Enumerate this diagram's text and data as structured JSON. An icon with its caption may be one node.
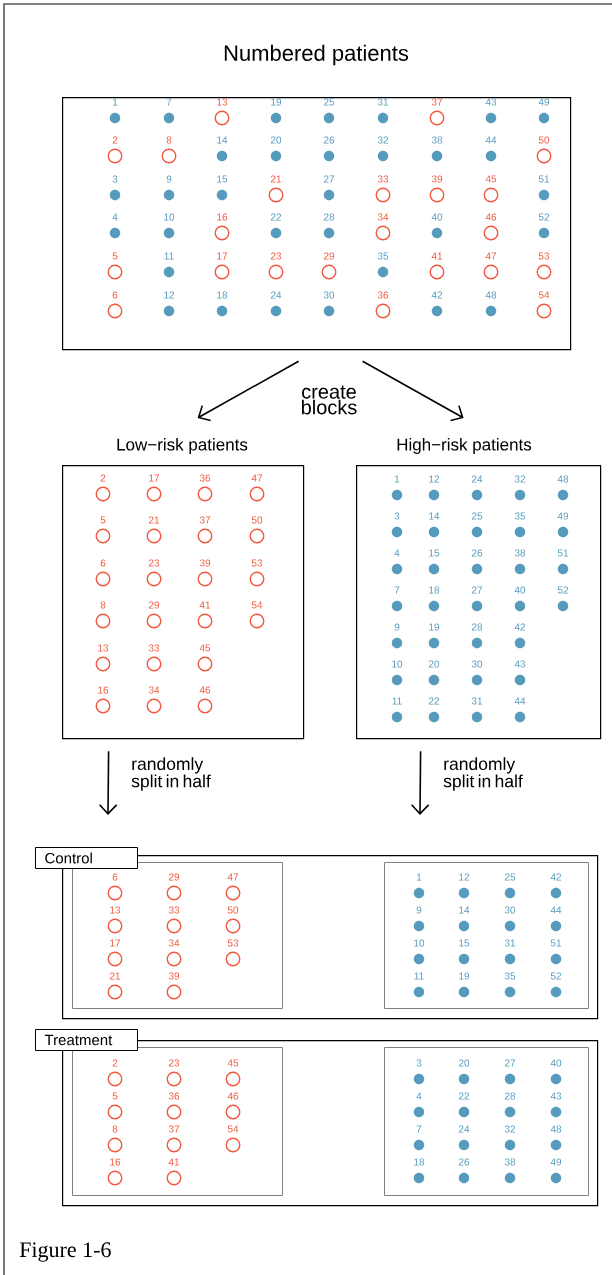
{
  "diagram": {
    "caption": "Figure 1-6",
    "nodes": [
      {
        "text": [
          "Numbered patients"
        ]
      },
      {
        "text": [],
        "shape": "dot",
        "beside": [
          "1"
        ],
        "in": 0
      },
      {
        "text": [],
        "shape": "dot",
        "beside": [
          "7"
        ],
        "in": 0
      },
      {
        "text": [],
        "shape": "circle",
        "beside": [
          "13"
        ],
        "in": 0
      },
      {
        "text": [],
        "shape": "dot",
        "beside": [
          "19"
        ],
        "in": 0
      },
      {
        "text": [],
        "shape": "dot",
        "beside": [
          "25"
        ],
        "in": 0
      },
      {
        "text": [],
        "shape": "dot",
        "beside": [
          "31"
        ],
        "in": 0
      },
      {
        "text": [],
        "shape": "circle",
        "beside": [
          "37"
        ],
        "in": 0
      },
      {
        "text": [],
        "shape": "dot",
        "beside": [
          "43"
        ],
        "in": 0
      },
      {
        "text": [],
        "shape": "dot",
        "beside": [
          "49"
        ],
        "in": 0
      },
      {
        "text": [],
        "shape": "circle",
        "beside": [
          "2"
        ],
        "in": 0
      },
      {
        "text": [],
        "shape": "circle",
        "beside": [
          "8"
        ],
        "in": 0
      },
      {
        "text": [],
        "shape": "dot",
        "beside": [
          "14"
        ],
        "in": 0
      },
      {
        "text": [],
        "shape": "dot",
        "beside": [
          "20"
        ],
        "in": 0
      },
      {
        "text": [],
        "shape": "dot",
        "beside": [
          "26"
        ],
        "in": 0
      },
      {
        "text": [],
        "shape": "dot",
        "beside": [
          "32"
        ],
        "in": 0
      },
      {
        "text": [],
        "shape": "dot",
        "beside": [
          "38"
        ],
        "in": 0
      },
      {
        "text": [],
        "shape": "dot",
        "beside": [
          "44"
        ],
        "in": 0
      },
      {
        "text": [],
        "shape": "circle",
        "beside": [
          "50"
        ],
        "in": 0
      },
      {
        "text": [],
        "shape": "dot",
        "beside": [
          "3"
        ],
        "in": 0
      },
      {
        "text": [],
        "shape": "dot",
        "beside": [
          "9"
        ],
        "in": 0
      },
      {
        "text": [],
        "shape": "dot",
        "beside": [
          "15"
        ],
        "in": 0
      },
      {
        "text": [],
        "shape": "circle",
        "beside": [
          "21"
        ],
        "in": 0
      },
      {
        "text": [],
        "shape": "dot",
        "beside": [
          "27"
        ],
        "in": 0
      },
      {
        "text": [],
        "shape": "circle",
        "beside": [
          "33"
        ],
        "in": 0
      },
      {
        "text": [],
        "shape": "circle",
        "beside": [
          "39"
        ],
        "in": 0
      },
      {
        "text": [],
        "shape": "circle",
        "beside": [
          "45"
        ],
        "in": 0
      },
      {
        "text": [],
        "shape": "dot",
        "beside": [
          "51"
        ],
        "in": 0
      },
      {
        "text": [],
        "shape": "dot",
        "beside": [
          "4"
        ],
        "in": 0
      },
      {
        "text": [],
        "shape": "dot",
        "beside": [
          "10"
        ],
        "in": 0
      },
      {
        "text": [],
        "shape": "circle",
        "beside": [
          "16"
        ],
        "in": 0
      },
      {
        "text": [],
        "shape": "dot",
        "beside": [
          "22"
        ],
        "in": 0
      },
      {
        "text": [],
        "shape": "dot",
        "beside": [
          "28"
        ],
        "in": 0
      },
      {
        "text": [],
        "shape": "circle",
        "beside": [
          "34"
        ],
        "in": 0
      },
      {
        "text": [],
        "shape": "dot",
        "beside": [
          "40"
        ],
        "in": 0
      },
      {
        "text": [],
        "shape": "circle",
        "beside": [
          "46"
        ],
        "in": 0
      },
      {
        "text": [],
        "shape": "dot",
        "beside": [
          "52"
        ],
        "in": 0
      },
      {
        "text": [],
        "shape": "circle",
        "beside": [
          "5"
        ],
        "in": 0
      },
      {
        "text": [],
        "shape": "dot",
        "beside": [
          "11"
        ],
        "in": 0
      },
      {
        "text": [],
        "shape": "circle",
        "beside": [
          "17"
        ],
        "in": 0
      },
      {
        "text": [],
        "shape": "circle",
        "beside": [
          "23"
        ],
        "in": 0
      },
      {
        "text": [],
        "shape": "circle",
        "beside": [
          "29"
        ],
        "in": 0
      },
      {
        "text": [],
        "shape": "dot",
        "beside": [
          "35"
        ],
        "in": 0
      },
      {
        "text": [],
        "shape": "circle",
        "beside": [
          "41"
        ],
        "in": 0
      },
      {
        "text": [],
        "shape": "circle",
        "beside": [
          "47"
        ],
        "in": 0
      },
      {
        "text": [],
        "shape": "circle",
        "beside": [
          "53"
        ],
        "in": 0
      },
      {
        "text": [],
        "shape": "circle",
        "beside": [
          "6"
        ],
        "in": 0
      },
      {
        "text": [],
        "shape": "dot",
        "beside": [
          "12"
        ],
        "in": 0
      },
      {
        "text": [],
        "shape": "dot",
        "beside": [
          "18"
        ],
        "in": 0
      },
      {
        "text": [],
        "shape": "dot",
        "beside": [
          "24"
        ],
        "in": 0
      },
      {
        "text": [],
        "shape": "dot",
        "beside": [
          "30"
        ],
        "in": 0
      },
      {
        "text": [],
        "shape": "circle",
        "beside": [
          "36"
        ],
        "in": 0
      },
      {
        "text": [],
        "shape": "dot",
        "beside": [
          "42"
        ],
        "in": 0
      },
      {
        "text": [],
        "shape": "dot",
        "beside": [
          "48"
        ],
        "in": 0
      },
      {
        "text": [],
        "shape": "circle",
        "beside": [
          "54"
        ],
        "in": 0
      },
      {
        "text": [
          "Low−risk patients"
        ]
      },
      {
        "text": [],
        "shape": "circle",
        "beside": [
          "2"
        ],
        "in": 55
      },
      {
        "text": [],
        "shape": "circle",
        "beside": [
          "17"
        ],
        "in": 55
      },
      {
        "text": [],
        "shape": "circle",
        "beside": [
          "36"
        ],
        "in": 55
      },
      {
        "text": [],
        "shape": "circle",
        "beside": [
          "47"
        ],
        "in": 55
      },
      {
        "text": [],
        "shape": "circle",
        "beside": [
          "5"
        ],
        "in": 55
      },
      {
        "text": [],
        "shape": "circle",
        "beside": [
          "21"
        ],
        "in": 55
      },
      {
        "text": [],
        "shape": "circle",
        "beside": [
          "37"
        ],
        "in": 55
      },
      {
        "text": [],
        "shape": "circle",
        "beside": [
          "50"
        ],
        "in": 55
      },
      {
        "text": [],
        "shape": "circle",
        "beside": [
          "6"
        ],
        "in": 55
      },
      {
        "text": [],
        "shape": "circle",
        "beside": [
          "23"
        ],
        "in": 55
      },
      {
        "text": [],
        "shape": "circle",
        "beside": [
          "39"
        ],
        "in": 55
      },
      {
        "text": [],
        "shape": "circle",
        "beside": [
          "53"
        ],
        "in": 55
      },
      {
        "text": [],
        "shape": "circle",
        "beside": [
          "8"
        ],
        "in": 55
      },
      {
        "text": [],
        "shape": "circle",
        "beside": [
          "29"
        ],
        "in": 55
      },
      {
        "text": [],
        "shape": "circle",
        "beside": [
          "41"
        ],
        "in": 55
      },
      {
        "text": [],
        "shape": "circle",
        "beside": [
          "54"
        ],
        "in": 55
      },
      {
        "text": [],
        "shape": "circle",
        "beside": [
          "13"
        ],
        "in": 55
      },
      {
        "text": [],
        "shape": "circle",
        "beside": [
          "33"
        ],
        "in": 55
      },
      {
        "text": [],
        "shape": "circle",
        "beside": [
          "45"
        ],
        "in": 55
      },
      {
        "text": [],
        "shape": "circle",
        "beside": [
          "16"
        ],
        "in": 55
      },
      {
        "text": [],
        "shape": "circle",
        "beside": [
          "34"
        ],
        "in": 55
      },
      {
        "text": [],
        "shape": "circle",
        "beside": [
          "46"
        ],
        "in": 55
      },
      {
        "text": [
          "High−risk patients"
        ]
      },
      {
        "text": [],
        "shape": "dot",
        "beside": [
          "1"
        ],
        "in": 78
      },
      {
        "text": [],
        "shape": "dot",
        "beside": [
          "12"
        ],
        "in": 78
      },
      {
        "text": [],
        "shape": "dot",
        "beside": [
          "24"
        ],
        "in": 78
      },
      {
        "text": [],
        "shape": "dot",
        "beside": [
          "32"
        ],
        "in": 78
      },
      {
        "text": [],
        "shape": "dot",
        "beside": [
          "48"
        ],
        "in": 78
      },
      {
        "text": [],
        "shape": "dot",
        "beside": [
          "3"
        ],
        "in": 78
      },
      {
        "text": [],
        "shape": "dot",
        "beside": [
          "14"
        ],
        "in": 78
      },
      {
        "text": [],
        "shape": "dot",
        "beside": [
          "25"
        ],
        "in": 78
      },
      {
        "text": [],
        "shape": "dot",
        "beside": [
          "35"
        ],
        "in": 78
      },
      {
        "text": [],
        "shape": "dot",
        "beside": [
          "49"
        ],
        "in": 78
      },
      {
        "text": [],
        "shape": "dot",
        "beside": [
          "4"
        ],
        "in": 78
      },
      {
        "text": [],
        "shape": "dot",
        "beside": [
          "15"
        ],
        "in": 78
      },
      {
        "text": [],
        "shape": "dot",
        "beside": [
          "26"
        ],
        "in": 78
      },
      {
        "text": [],
        "shape": "dot",
        "beside": [
          "38"
        ],
        "in": 78
      },
      {
        "text": [],
        "shape": "dot",
        "beside": [
          "51"
        ],
        "in": 78
      },
      {
        "text": [],
        "shape": "dot",
        "beside": [
          "7"
        ],
        "in": 78
      },
      {
        "text": [],
        "shape": "dot",
        "beside": [
          "18"
        ],
        "in": 78
      },
      {
        "text": [],
        "shape": "dot",
        "beside": [
          "27"
        ],
        "in": 78
      },
      {
        "text": [],
        "shape": "dot",
        "beside": [
          "40"
        ],
        "in": 78
      },
      {
        "text": [],
        "shape": "dot",
        "beside": [
          "52"
        ],
        "in": 78
      },
      {
        "text": [],
        "shape": "dot",
        "beside": [
          "9"
        ],
        "in": 78
      },
      {
        "text": [],
        "shape": "dot",
        "beside": [
          "19"
        ],
        "in": 78
      },
      {
        "text": [],
        "shape": "dot",
        "beside": [
          "28"
        ],
        "in": 78
      },
      {
        "text": [],
        "shape": "dot",
        "beside": [
          "42"
        ],
        "in": 78
      },
      {
        "text": [],
        "shape": "dot",
        "beside": [
          "10"
        ],
        "in": 78
      },
      {
        "text": [],
        "shape": "dot",
        "beside": [
          "20"
        ],
        "in": 78
      },
      {
        "text": [],
        "shape": "dot",
        "beside": [
          "30"
        ],
        "in": 78
      },
      {
        "text": [],
        "shape": "dot",
        "beside": [
          "43"
        ],
        "in": 78
      },
      {
        "text": [],
        "shape": "dot",
        "beside": [
          "11"
        ],
        "in": 78
      },
      {
        "text": [],
        "shape": "dot",
        "beside": [
          "22"
        ],
        "in": 78
      },
      {
        "text": [],
        "shape": "dot",
        "beside": [
          "31"
        ],
        "in": 78
      },
      {
        "text": [],
        "shape": "dot",
        "beside": [
          "44"
        ],
        "in": 78
      },
      {
        "text": [
          "Control"
        ]
      },
      {
        "text": [],
        "shape": "box",
        "in": 111
      },
      {
        "text": [],
        "shape": "circle",
        "beside": [
          "6"
        ],
        "in": 112
      },
      {
        "text": [],
        "shape": "circle",
        "beside": [
          "29"
        ],
        "in": 112
      },
      {
        "text": [],
        "shape": "circle",
        "beside": [
          "47"
        ],
        "in": 112
      },
      {
        "text": [],
        "shape": "circle",
        "beside": [
          "13"
        ],
        "in": 112
      },
      {
        "text": [],
        "shape": "circle",
        "beside": [
          "33"
        ],
        "in": 112
      },
      {
        "text": [],
        "shape": "circle",
        "beside": [
          "50"
        ],
        "in": 112
      },
      {
        "text": [],
        "shape": "circle",
        "beside": [
          "17"
        ],
        "in": 112
      },
      {
        "text": [],
        "shape": "circle",
        "beside": [
          "34"
        ],
        "in": 112
      },
      {
        "text": [],
        "shape": "circle",
        "beside": [
          "53"
        ],
        "in": 112
      },
      {
        "text": [],
        "shape": "circle",
        "beside": [
          "21"
        ],
        "in": 112
      },
      {
        "text": [],
        "shape": "circle",
        "beside": [
          "39"
        ],
        "in": 112
      },
      {
        "text": [],
        "shape": "box",
        "in": 111
      },
      {
        "text": [],
        "shape": "dot",
        "beside": [
          "1"
        ],
        "in": 124
      },
      {
        "text": [],
        "shape": "dot",
        "beside": [
          "12"
        ],
        "in": 124
      },
      {
        "text": [],
        "shape": "dot",
        "beside": [
          "25"
        ],
        "in": 124
      },
      {
        "text": [],
        "shape": "dot",
        "beside": [
          "42"
        ],
        "in": 124
      },
      {
        "text": [],
        "shape": "dot",
        "beside": [
          "9"
        ],
        "in": 124
      },
      {
        "text": [],
        "shape": "dot",
        "beside": [
          "14"
        ],
        "in": 124
      },
      {
        "text": [],
        "shape": "dot",
        "beside": [
          "30"
        ],
        "in": 124
      },
      {
        "text": [],
        "shape": "dot",
        "beside": [
          "44"
        ],
        "in": 124
      },
      {
        "text": [],
        "shape": "dot",
        "beside": [
          "10"
        ],
        "in": 124
      },
      {
        "text": [],
        "shape": "dot",
        "beside": [
          "15"
        ],
        "in": 124
      },
      {
        "text": [],
        "shape": "dot",
        "beside": [
          "31"
        ],
        "in": 124
      },
      {
        "text": [],
        "shape": "dot",
        "beside": [
          "51"
        ],
        "in": 124
      },
      {
        "text": [],
        "shape": "dot",
        "beside": [
          "11"
        ],
        "in": 124
      },
      {
        "text": [],
        "shape": "dot",
        "beside": [
          "19"
        ],
        "in": 124
      },
      {
        "text": [],
        "shape": "dot",
        "beside": [
          "35"
        ],
        "in": 124
      },
      {
        "text": [],
        "shape": "dot",
        "beside": [
          "52"
        ],
        "in": 124
      },
      {
        "text": [
          "Treatment"
        ]
      },
      {
        "text": [],
        "shape": "box",
        "in": 141
      },
      {
        "text": [],
        "shape": "circle",
        "beside": [
          "2"
        ],
        "in": 142
      },
      {
        "text": [],
        "shape": "circle",
        "beside": [
          "23"
        ],
        "in": 142
      },
      {
        "text": [],
        "shape": "circle",
        "beside": [
          "45"
        ],
        "in": 142
      },
      {
        "text": [],
        "shape": "circle",
        "beside": [
          "5"
        ],
        "in": 142
      },
      {
        "text": [],
        "shape": "circle",
        "beside": [
          "36"
        ],
        "in": 142
      },
      {
        "text": [],
        "shape": "circle",
        "beside": [
          "46"
        ],
        "in": 142
      },
      {
        "text": [],
        "shape": "circle",
        "beside": [
          "8"
        ],
        "in": 142
      },
      {
        "text": [],
        "shape": "circle",
        "beside": [
          "37"
        ],
        "in": 142
      },
      {
        "text": [],
        "shape": "circle",
        "beside": [
          "54"
        ],
        "in": 142
      },
      {
        "text": [],
        "shape": "circle",
        "beside": [
          "16"
        ],
        "in": 142
      },
      {
        "text": [],
        "shape": "circle",
        "beside": [
          "41"
        ],
        "in": 142
      },
      {
        "text": [],
        "shape": "box",
        "in": 141
      },
      {
        "text": [],
        "shape": "dot",
        "beside": [
          "3"
        ],
        "in": 154
      },
      {
        "text": [],
        "shape": "dot",
        "beside": [
          "20"
        ],
        "in": 154
      },
      {
        "text": [],
        "shape": "dot",
        "beside": [
          "27"
        ],
        "in": 154
      },
      {
        "text": [],
        "shape": "dot",
        "beside": [
          "40"
        ],
        "in": 154
      },
      {
        "text": [],
        "shape": "dot",
        "beside": [
          "4"
        ],
        "in": 154
      },
      {
        "text": [],
        "shape": "dot",
        "beside": [
          "22"
        ],
        "in": 154
      },
      {
        "text": [],
        "shape": "dot",
        "beside": [
          "28"
        ],
        "in": 154
      },
      {
        "text": [],
        "shape": "dot",
        "beside": [
          "43"
        ],
        "in": 154
      },
      {
        "text": [],
        "shape": "dot",
        "beside": [
          "7"
        ],
        "in": 154
      },
      {
        "text": [],
        "shape": "dot",
        "beside": [
          "24"
        ],
        "in": 154
      },
      {
        "text": [],
        "shape": "dot",
        "beside": [
          "32"
        ],
        "in": 154
      },
      {
        "text": [],
        "shape": "dot",
        "beside": [
          "48"
        ],
        "in": 154
      },
      {
        "text": [],
        "shape": "dot",
        "beside": [
          "18"
        ],
        "in": 154
      },
      {
        "text": [],
        "shape": "dot",
        "beside": [
          "26"
        ],
        "in": 154
      },
      {
        "text": [],
        "shape": "dot",
        "beside": [
          "38"
        ],
        "in": 154
      },
      {
        "text": [],
        "shape": "dot",
        "beside": [
          "49"
        ],
        "in": 154
      }
    ],
    "edges": [
      {
        "from": 0,
        "to": 55,
        "arrow": "to"
      },
      {
        "from": 0,
        "to": 78,
        "arrow": "to"
      },
      {
        "from": 55,
        "to": null,
        "arrow": "to",
        "label": "randomly split in half"
      },
      {
        "from": 78,
        "to": null,
        "arrow": "to",
        "label": "randomly split in half"
      }
    ],
    "labels": [
      "create blocks"
    ]
  }
}
